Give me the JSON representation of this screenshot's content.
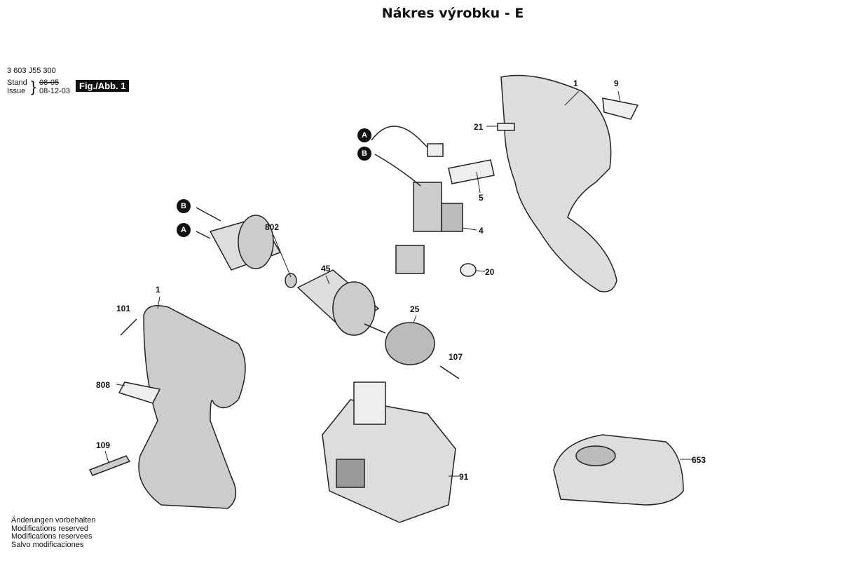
{
  "title": "Nákres výrobku - E",
  "header": {
    "part_number": "3 603 J55 300",
    "stand_label": "Stand",
    "issue_label": "Issue",
    "stand_value_struck": "08-05",
    "issue_value": "08-12-03",
    "figure": "Fig./Abb. 1"
  },
  "labels": {
    "p1_top": "1",
    "p9": "9",
    "p21": "21",
    "p5": "5",
    "p4": "4",
    "p20": "20",
    "p802": "802",
    "p45": "45",
    "p1_left": "1",
    "p101": "101",
    "p25": "25",
    "p107": "107",
    "p808": "808",
    "p109": "109",
    "p91": "91",
    "p653": "653"
  },
  "markers": {
    "a1": "A",
    "b1": "B",
    "b2": "B",
    "a2": "A"
  },
  "footer": [
    "Änderungen vorbehalten",
    "Modifications reserved",
    "Modifications reservees",
    "Salvo modificaciones"
  ]
}
